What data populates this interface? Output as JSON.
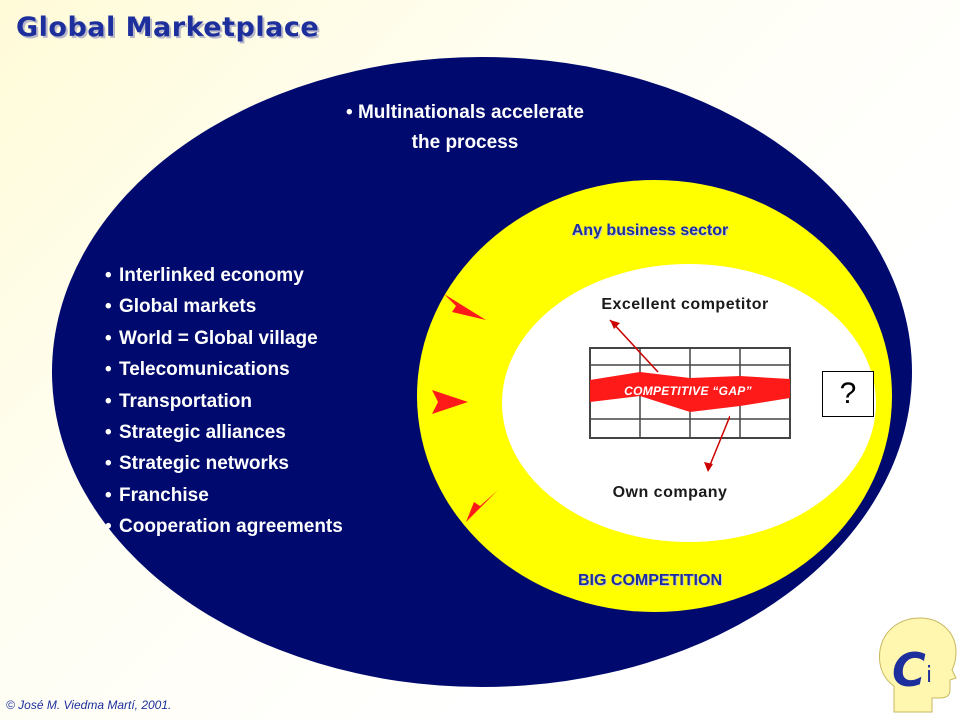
{
  "title": "Global Marketplace",
  "outer_circle": {
    "headline_line1": "• Multinationals accelerate",
    "headline_line2": "the process",
    "bullets": [
      "Interlinked economy",
      "Global markets",
      "World = Global village",
      "Telecomunications",
      "Transportation",
      "Strategic alliances",
      "Strategic networks",
      "Franchise",
      "Cooperation agreements"
    ]
  },
  "yellow_ring": {
    "top_label": "Any business sector",
    "bottom_label": "BIG COMPETITION"
  },
  "inner_circle": {
    "top_label": "Excellent competitor",
    "gap_label": "COMPETITIVE “GAP”",
    "bottom_label": "Own company",
    "question": "?"
  },
  "footer": {
    "copyright": "© José M. Viedma Martí, 2001."
  },
  "logo": {
    "letter_big": "C",
    "letter_small": "i"
  },
  "colors": {
    "navy": "#000a6e",
    "yellow": "#ffff00",
    "red": "#ff1a1a",
    "title_blue": "#1c2f9c"
  }
}
